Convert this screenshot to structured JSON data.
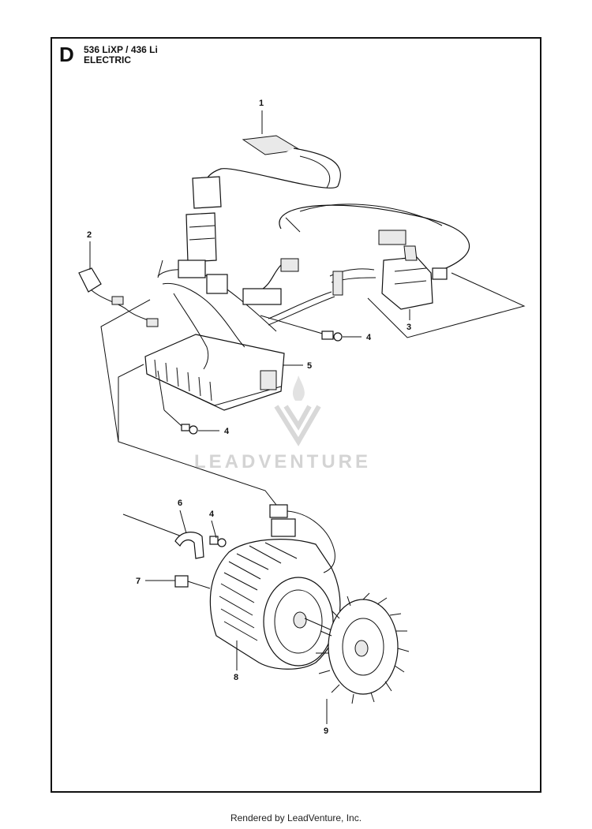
{
  "header": {
    "section_letter": "D",
    "model": "536 LiXP / 436 Li",
    "section": "ELECTRIC"
  },
  "callouts": [
    {
      "number": "1",
      "part": "ribbon-cable"
    },
    {
      "number": "2",
      "part": "connector-wire"
    },
    {
      "number": "3",
      "part": "trigger-switch"
    },
    {
      "number": "4",
      "part": "screw"
    },
    {
      "number": "4",
      "part": "screw"
    },
    {
      "number": "4",
      "part": "screw"
    },
    {
      "number": "5",
      "part": "control-board"
    },
    {
      "number": "6",
      "part": "cable-clamp"
    },
    {
      "number": "7",
      "part": "bolt"
    },
    {
      "number": "8",
      "part": "motor"
    },
    {
      "number": "9",
      "part": "fan"
    }
  ],
  "watermark": "LEADVENTURE",
  "footer": "Rendered by LeadVenture, Inc."
}
